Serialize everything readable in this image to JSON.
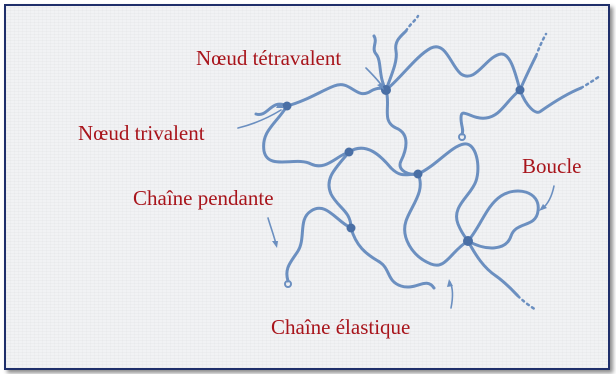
{
  "diagram": {
    "labels": {
      "tetravalent": "Nœud tétravalent",
      "trivalent": "Nœud trivalent",
      "pendante": "Chaîne pendante",
      "boucle": "Boucle",
      "elastique": "Chaîne élastique"
    },
    "colors": {
      "chain": "#6b8fc0",
      "node": "#4a6fa5",
      "label": "#a8141b",
      "frame": "#1f2f6b",
      "background": "#f1f2f4"
    }
  }
}
